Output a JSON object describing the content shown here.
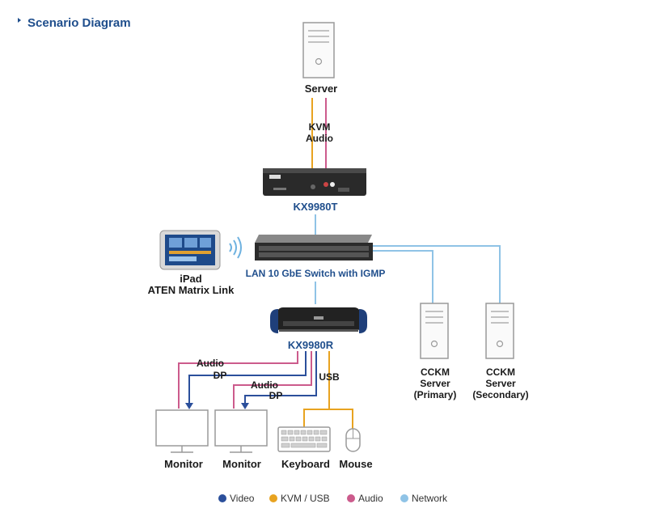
{
  "header": {
    "title": "Scenario Diagram"
  },
  "devices": {
    "server": "Server",
    "cable_top_1": "KVM",
    "cable_top_2": "Audio",
    "transmitter": "KX9980T",
    "switch": "LAN 10 GbE Switch with IGMP",
    "ipad_line1": "iPad",
    "ipad_line2": "ATEN Matrix Link",
    "receiver": "KX9980R",
    "ccmk_primary": [
      "CCKM",
      "Server",
      "(Primary)"
    ],
    "ccmk_secondary": [
      "CCKM",
      "Server",
      "(Secondary)"
    ],
    "audio1": "Audio",
    "dp1": "DP",
    "audio2": "Audio",
    "dp2": "DP",
    "usb": "USB",
    "monitor1": "Monitor",
    "monitor2": "Monitor",
    "keyboard": "Keyboard",
    "mouse": "Mouse"
  },
  "legend": [
    {
      "label": "Video",
      "color": "#2b4f9b"
    },
    {
      "label": "KVM / USB",
      "color": "#e8a320"
    },
    {
      "label": "Audio",
      "color": "#cc5b8c"
    },
    {
      "label": "Network",
      "color": "#8fc3e6"
    }
  ],
  "colors": {
    "video": "#2b4f9b",
    "kvm_usb": "#e8a320",
    "audio": "#cc5b8c",
    "network": "#8fc3e6",
    "title": "#1f4e8c"
  },
  "icons": {
    "title_marker": "triangle-right-icon",
    "wifi": "wifi-signal-icon"
  }
}
